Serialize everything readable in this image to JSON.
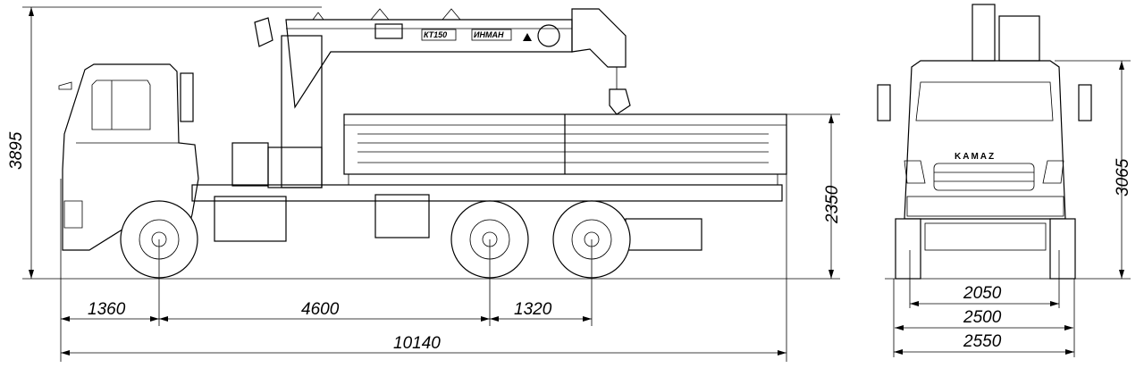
{
  "side_view": {
    "overall_height": "3895",
    "bed_height": "2350",
    "front_overhang": "1360",
    "wheelbase": "4600",
    "rear_axle_spacing": "1320",
    "overall_length": "10140",
    "crane_labels": [
      "КТ150",
      "ИНМАН"
    ]
  },
  "front_view": {
    "brand": "KAMAZ",
    "cab_height": "3065",
    "track_width": "2050",
    "body_width": "2500",
    "overall_width": "2550"
  }
}
